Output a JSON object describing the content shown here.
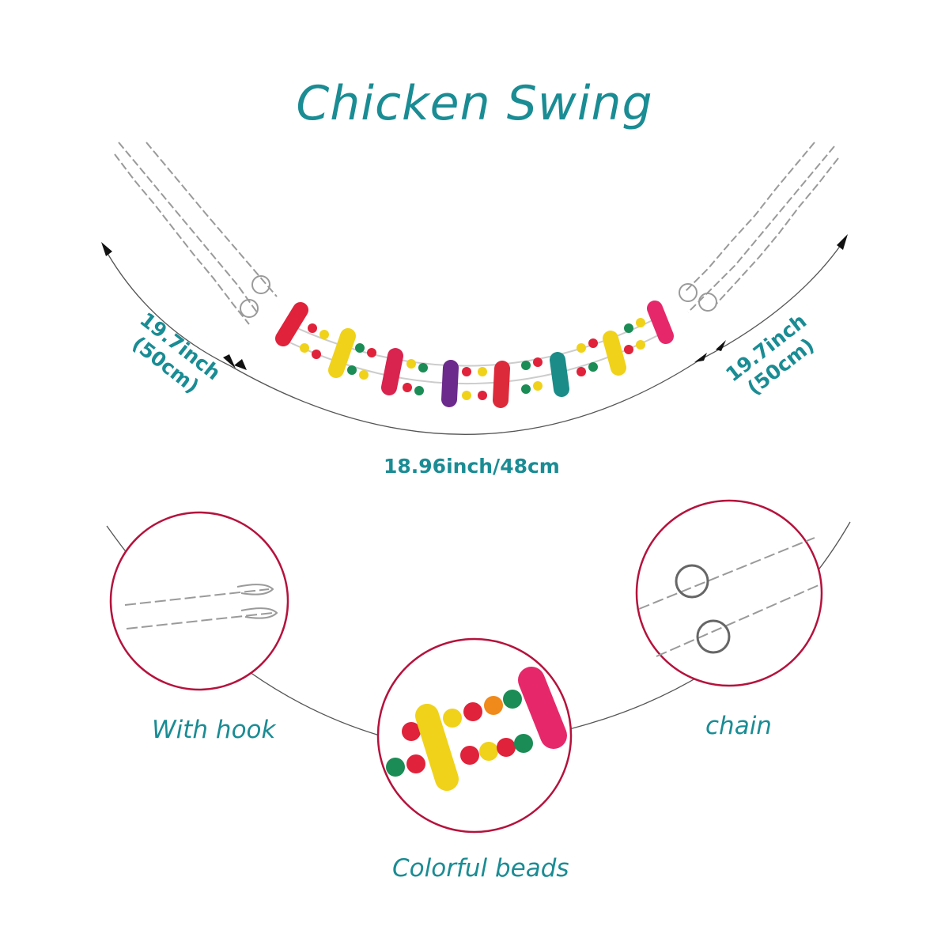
{
  "title": "Chicken Swing",
  "dimensions": {
    "left_length": [
      "19.7inch",
      "(50cm)"
    ],
    "right_length": [
      "19.7inch",
      "(50cm)"
    ],
    "width": "18.96inch/48cm"
  },
  "callouts": {
    "hook": "With hook",
    "chain": "chain",
    "beads": "Colorful beads"
  },
  "colors": {
    "accent_text": "#1a8c94",
    "callout_ring": "#b5123c",
    "rung_colors": [
      "#e0223a",
      "#f0d21a",
      "#d8244e",
      "#6b2a8c",
      "#dd2a3a",
      "#1b8c88",
      "#f0d21a",
      "#e6286a"
    ]
  }
}
